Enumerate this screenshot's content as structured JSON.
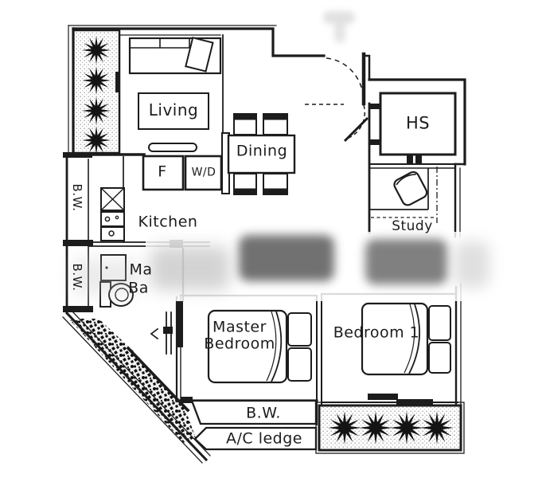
{
  "plan": {
    "rooms": {
      "living": "Living",
      "dining": "Dining",
      "household_shelter": "HS",
      "kitchen": "Kitchen",
      "study": "Study",
      "master_bedroom": {
        "line1": "Master",
        "line2": "Bedroom"
      },
      "bedroom_1": "Bedroom 1",
      "master_bath_partial": {
        "line1": "Ma",
        "line2": "Ba"
      }
    },
    "appliances": {
      "fridge": "F",
      "washer_dryer": "W/D"
    },
    "annotations": {
      "bay_window_left_upper": "B.W.",
      "bay_window_left_lower": "B.W.",
      "bay_window_bottom": "B.W.",
      "ac_ledge": "A/C ledge"
    },
    "colors": {
      "ink": "#1c1c1c",
      "paper": "#ffffff"
    }
  }
}
